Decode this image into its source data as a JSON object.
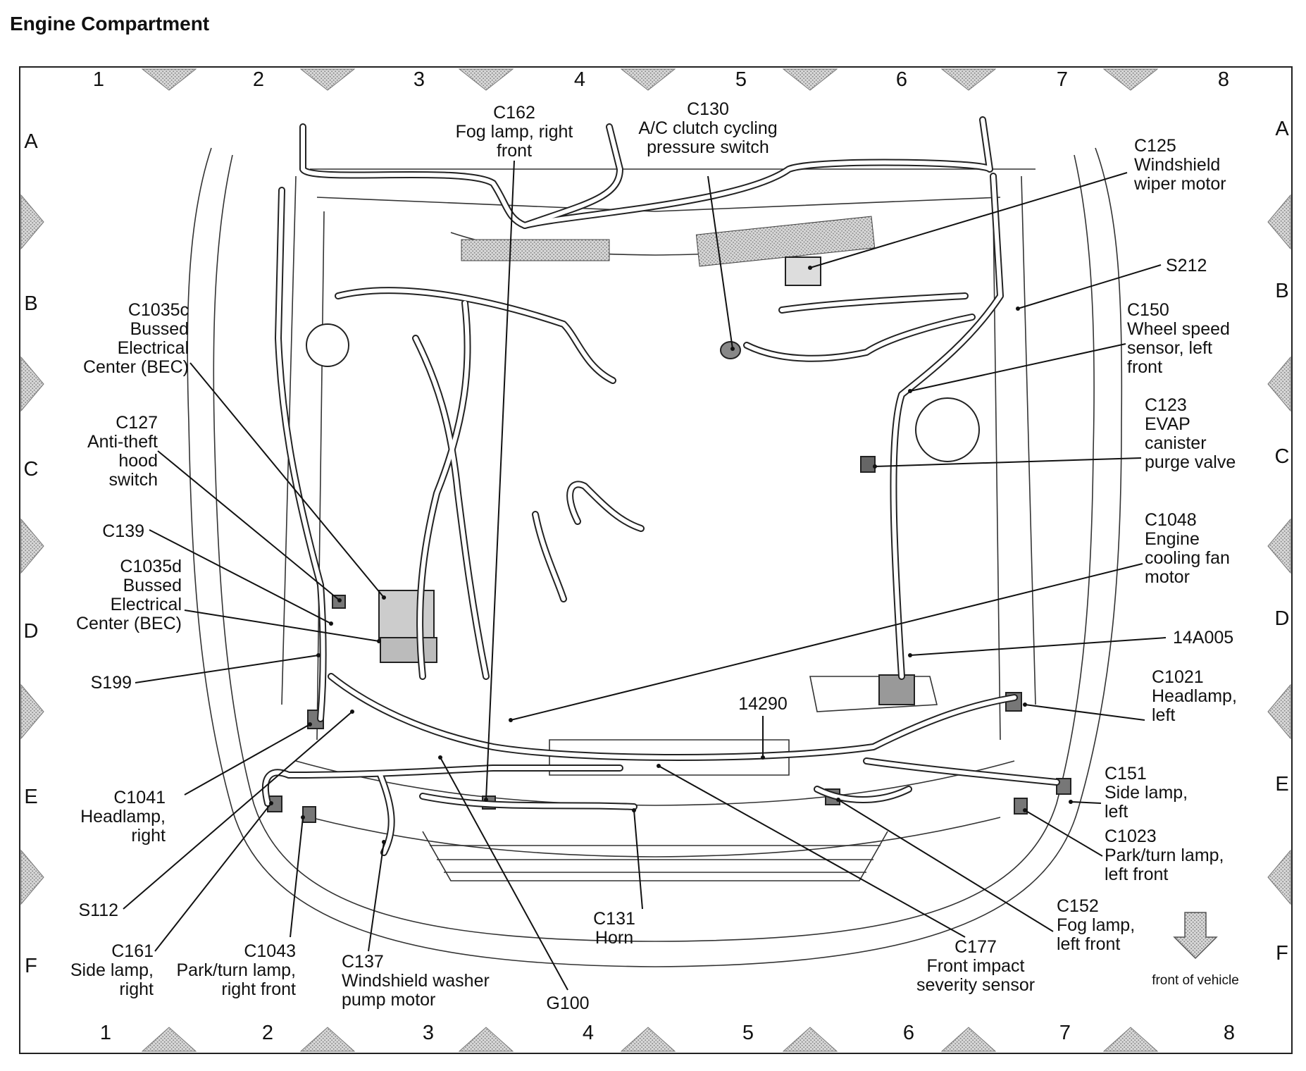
{
  "title": "Engine Compartment",
  "grid": {
    "columns": [
      "1",
      "2",
      "3",
      "4",
      "5",
      "6",
      "7",
      "8"
    ],
    "rows": [
      "A",
      "B",
      "C",
      "D",
      "E",
      "F"
    ]
  },
  "orientation": {
    "label": "front of vehicle",
    "arrow_icon": "down-arrow-icon"
  },
  "callouts": [
    {
      "id": "c162",
      "lines": [
        "C162",
        "Fog lamp, right",
        "front"
      ]
    },
    {
      "id": "c130",
      "lines": [
        "C130",
        "A/C clutch cycling",
        "pressure switch"
      ]
    },
    {
      "id": "c125",
      "lines": [
        "C125",
        "Windshield",
        "wiper motor"
      ]
    },
    {
      "id": "s212",
      "lines": [
        "S212"
      ]
    },
    {
      "id": "c150",
      "lines": [
        "C150",
        "Wheel speed",
        "sensor, left",
        "front"
      ]
    },
    {
      "id": "c123",
      "lines": [
        "C123",
        "EVAP",
        "canister",
        "purge valve"
      ]
    },
    {
      "id": "c1048",
      "lines": [
        "C1048",
        "Engine",
        "cooling fan",
        "motor"
      ]
    },
    {
      "id": "14a005",
      "lines": [
        "14A005"
      ]
    },
    {
      "id": "c1021",
      "lines": [
        "C1021",
        "Headlamp,",
        "left"
      ]
    },
    {
      "id": "14290",
      "lines": [
        "14290"
      ]
    },
    {
      "id": "c151",
      "lines": [
        "C151",
        "Side lamp,",
        "left"
      ]
    },
    {
      "id": "c1023",
      "lines": [
        "C1023",
        "Park/turn lamp,",
        "left front"
      ]
    },
    {
      "id": "c152",
      "lines": [
        "C152",
        "Fog lamp,",
        "left front"
      ]
    },
    {
      "id": "c177",
      "lines": [
        "C177",
        "Front impact",
        "severity sensor"
      ]
    },
    {
      "id": "c131",
      "lines": [
        "C131",
        "Horn"
      ]
    },
    {
      "id": "g100",
      "lines": [
        "G100"
      ]
    },
    {
      "id": "c137",
      "lines": [
        "C137",
        "Windshield washer",
        "pump motor"
      ]
    },
    {
      "id": "c1043",
      "lines": [
        "C1043",
        "Park/turn lamp,",
        "right front"
      ]
    },
    {
      "id": "c161",
      "lines": [
        "C161",
        "Side lamp,",
        "right"
      ]
    },
    {
      "id": "s112",
      "lines": [
        "S112"
      ]
    },
    {
      "id": "c1041",
      "lines": [
        "C1041",
        "Headlamp,",
        "right"
      ]
    },
    {
      "id": "s199",
      "lines": [
        "S199"
      ]
    },
    {
      "id": "c1035d",
      "lines": [
        "C1035d",
        "Bussed",
        "Electrical",
        "Center (BEC)"
      ]
    },
    {
      "id": "c139",
      "lines": [
        "C139"
      ]
    },
    {
      "id": "c127",
      "lines": [
        "C127",
        "Anti-theft",
        "hood",
        "switch"
      ]
    },
    {
      "id": "c1035c",
      "lines": [
        "C1035c",
        "Bussed",
        "Electrical",
        "Center (BEC)"
      ]
    }
  ]
}
